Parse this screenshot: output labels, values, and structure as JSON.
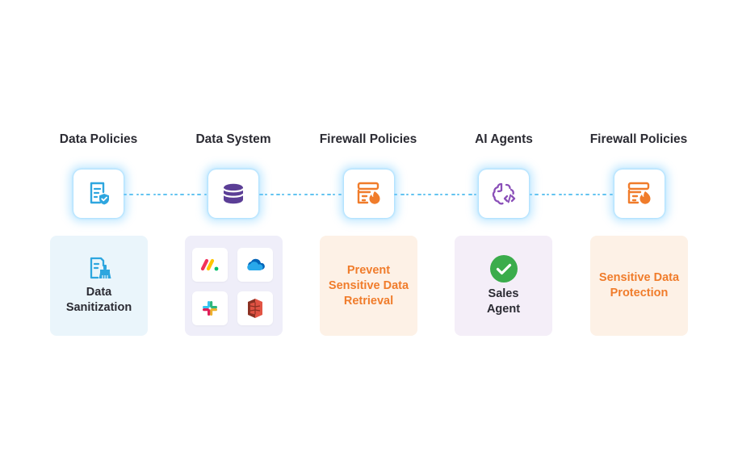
{
  "steps": [
    {
      "title": "Data Policies"
    },
    {
      "title": "Data System"
    },
    {
      "title": "Firewall Policies"
    },
    {
      "title": "AI Agents"
    },
    {
      "title": "Firewall Policies"
    }
  ],
  "cards": {
    "sanitization": {
      "line1": "Data",
      "line2": "Sanitization"
    },
    "prevent": {
      "line1": "Prevent",
      "line2": "Sensitive Data",
      "line3": "Retrieval"
    },
    "agent": {
      "line1": "Sales",
      "line2": "Agent"
    },
    "protection": {
      "line1": "Sensitive Data",
      "line2": "Protection"
    }
  },
  "data_system_apps": [
    "monday-icon",
    "onedrive-icon",
    "slack-icon",
    "aws-s3-icon"
  ],
  "colors": {
    "blue": "#2ea6df",
    "purple": "#5b3e96",
    "orange": "#f07c2b",
    "agent_purple": "#8a4fb8",
    "green": "#3bac4c",
    "connector": "#62c3f0",
    "card_blue": "#eaf5fb",
    "card_lavender": "#efeef9",
    "card_orange": "#fdf1e6",
    "card_purple": "#f4eef8"
  }
}
